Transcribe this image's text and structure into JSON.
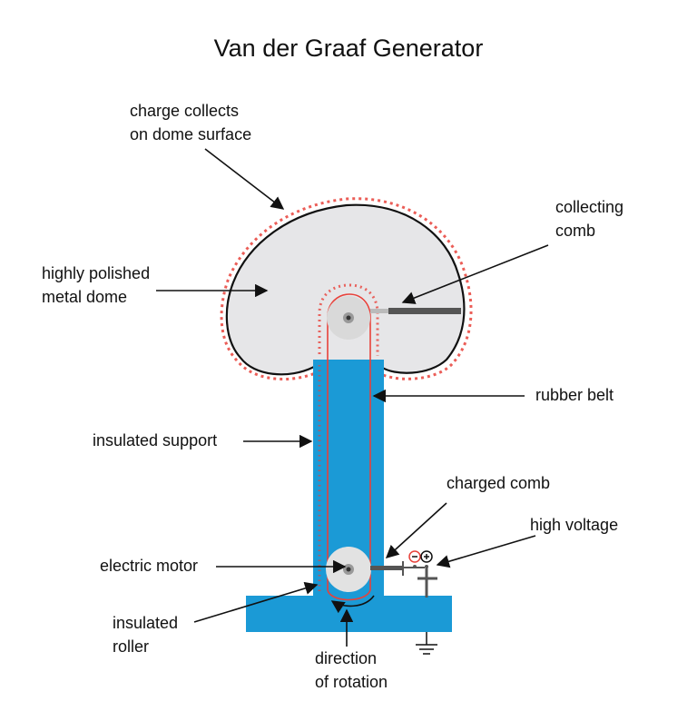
{
  "title": "Van der Graaf Generator",
  "labels": {
    "charge_collects": [
      "charge collects",
      "on dome surface"
    ],
    "collecting_comb": [
      "collecting",
      "comb"
    ],
    "metal_dome": [
      "highly polished",
      "metal dome"
    ],
    "rubber_belt": "rubber belt",
    "insulated_support": "insulated support",
    "charged_comb": "charged comb",
    "high_voltage": "high voltage",
    "electric_motor": "electric motor",
    "insulated_roller": [
      "insulated",
      "roller"
    ],
    "direction_of_rotation": [
      "direction",
      "of rotation"
    ]
  },
  "colors": {
    "support": "#1b9ad6",
    "dome": "#e6e6e8",
    "belt": "#e8413a",
    "charges": "#e8413a",
    "roller": "#d9d9d9",
    "comb": "#555555",
    "outline": "#111111"
  },
  "icons": {
    "ground": "ground-symbol",
    "battery": "high-voltage-source-symbol"
  }
}
